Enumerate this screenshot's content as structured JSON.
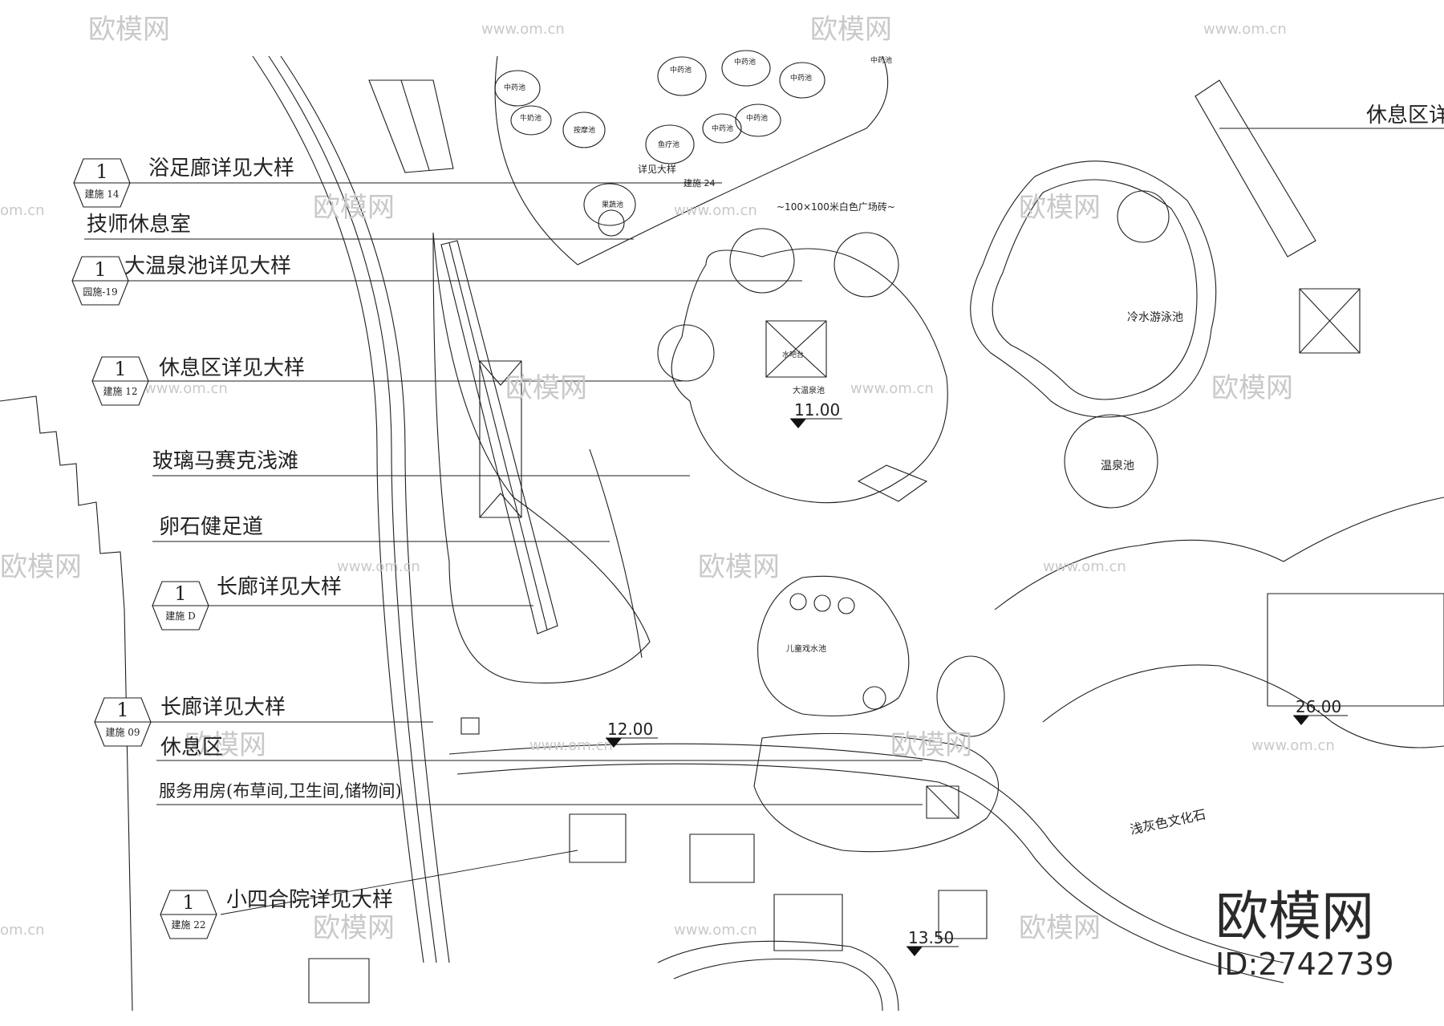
{
  "callouts": [
    {
      "num": "1",
      "sheet": "建施 14",
      "label": "浴足廊详见大样"
    },
    {
      "label": "技师休息室"
    },
    {
      "num": "1",
      "sheet": "园施-19",
      "label": "大温泉池详见大样"
    },
    {
      "num": "1",
      "sheet": "建施 12",
      "label": "休息区详见大样"
    },
    {
      "label": "玻璃马赛克浅滩"
    },
    {
      "label": "卵石健足道"
    },
    {
      "num": "1",
      "sheet": "建施 D",
      "label": "长廊详见大样"
    },
    {
      "num": "1",
      "sheet": "建施 09",
      "label": "长廊详见大样"
    },
    {
      "label": "休息区"
    },
    {
      "label": "服务用房(布草间,卫生间,储物间)"
    },
    {
      "num": "1",
      "sheet": "建施 22",
      "label": "小四合院详见大样"
    }
  ],
  "right_label": "休息区详见大",
  "elevations": [
    "11.00",
    "12.00",
    "26.00",
    "13.50"
  ],
  "pools": {
    "cold_swim": "冷水游泳池",
    "hot_spring": "温泉池",
    "big_pool": "大温泉池",
    "kids_pool": "儿童戏水池",
    "massage": "按摩池",
    "herb": "中药池",
    "fish": "鱼疗池",
    "fruit": "果蔬池",
    "milk": "牛奶池",
    "pavilion": "水吧台"
  },
  "annotations": {
    "plaza": "~100×100米白色广场砖~",
    "see_detail": "详见大样",
    "detail_sheet": "建施 24",
    "culture_stone": "浅灰色文化石"
  },
  "watermark": {
    "brand": "欧模网",
    "url": "www.om.cn",
    "url_short": "om.cn"
  },
  "brand_logo": {
    "name": "欧模网",
    "id": "ID:2742739"
  }
}
